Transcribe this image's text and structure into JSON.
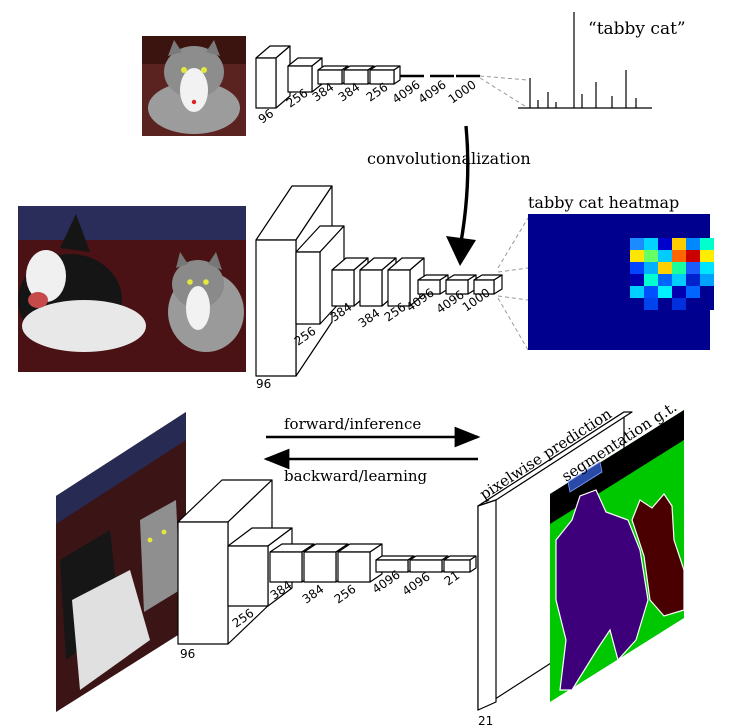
{
  "row1": {
    "layers": [
      "96",
      "256",
      "384",
      "384",
      "256",
      "4096",
      "4096",
      "1000"
    ],
    "output_label": "“tabby cat”"
  },
  "transition_label": "convolutionalization",
  "row2": {
    "layers": [
      "96",
      "256",
      "384",
      "384",
      "256",
      "4096",
      "4096",
      "1000"
    ],
    "heatmap_title": "tabby cat heatmap"
  },
  "row3": {
    "forward_label": "forward/inference",
    "backward_label": "backward/learning",
    "layers": [
      "96",
      "256",
      "384",
      "384",
      "256",
      "4096",
      "4096",
      "21"
    ],
    "prediction_label": "pixelwise prediction",
    "prediction_depth": "21",
    "gt_label": "segmentation g.t."
  },
  "colors": {
    "heatmap_bg": "#00008f",
    "segmentation_background": "#00c800",
    "segmentation_dog": "#3d007a",
    "segmentation_cat": "#4a0000",
    "segmentation_void": "#000000"
  }
}
